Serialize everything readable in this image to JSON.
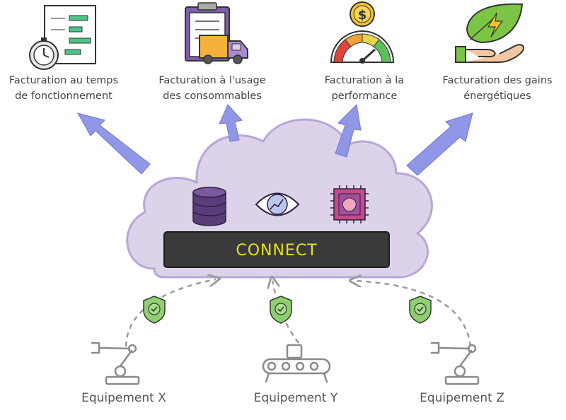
{
  "billing_models": [
    {
      "line1": "Facturation au temps",
      "line2": "de fonctionnement",
      "icon": "stopwatch-document-icon"
    },
    {
      "line1": "Facturation à l'usage",
      "line2": "des consommables",
      "icon": "clipboard-truck-icon"
    },
    {
      "line1": "Facturation à la",
      "line2": "performance",
      "icon": "gauge-dollar-icon"
    },
    {
      "line1": "Facturation des gains",
      "line2": "énergétiques",
      "icon": "hand-leaf-energy-icon"
    }
  ],
  "platform": {
    "name": "CONNECT",
    "icons": [
      "database-icon",
      "eye-analytics-icon",
      "ai-chip-icon"
    ]
  },
  "equipment": [
    {
      "label": "Equipement X",
      "icon": "robot-arm-icon"
    },
    {
      "label": "Equipement Y",
      "icon": "conveyor-icon"
    },
    {
      "label": "Equipement Z",
      "icon": "robot-arm-icon"
    }
  ],
  "colors": {
    "cloud_fill": "#dcd2ea",
    "cloud_stroke": "#b9a6d6",
    "arrow_fill": "#8f97e6",
    "bar_fill": "#3a3a3a",
    "connect_text": "#e6e21a",
    "shield_fill": "#8fcf72",
    "database_fill": "#5a3d78",
    "line_gray": "#9a9a9a"
  }
}
